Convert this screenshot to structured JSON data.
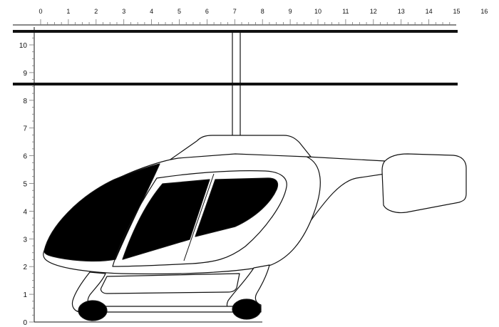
{
  "ruler": {
    "x_labels": [
      "0",
      "1",
      "2",
      "3",
      "4",
      "5",
      "6",
      "7",
      "8",
      "9",
      "10",
      "11",
      "12",
      "13",
      "14",
      "15",
      "16"
    ],
    "y_labels": [
      "0",
      "1",
      "2",
      "3",
      "4",
      "5",
      "6",
      "7",
      "8",
      "9",
      "10"
    ]
  },
  "colors": {
    "ink": "#111111",
    "window_fill": "#000000",
    "body_fill": "#ffffff"
  },
  "icons": {
    "subject": "helicopter-illustration"
  }
}
